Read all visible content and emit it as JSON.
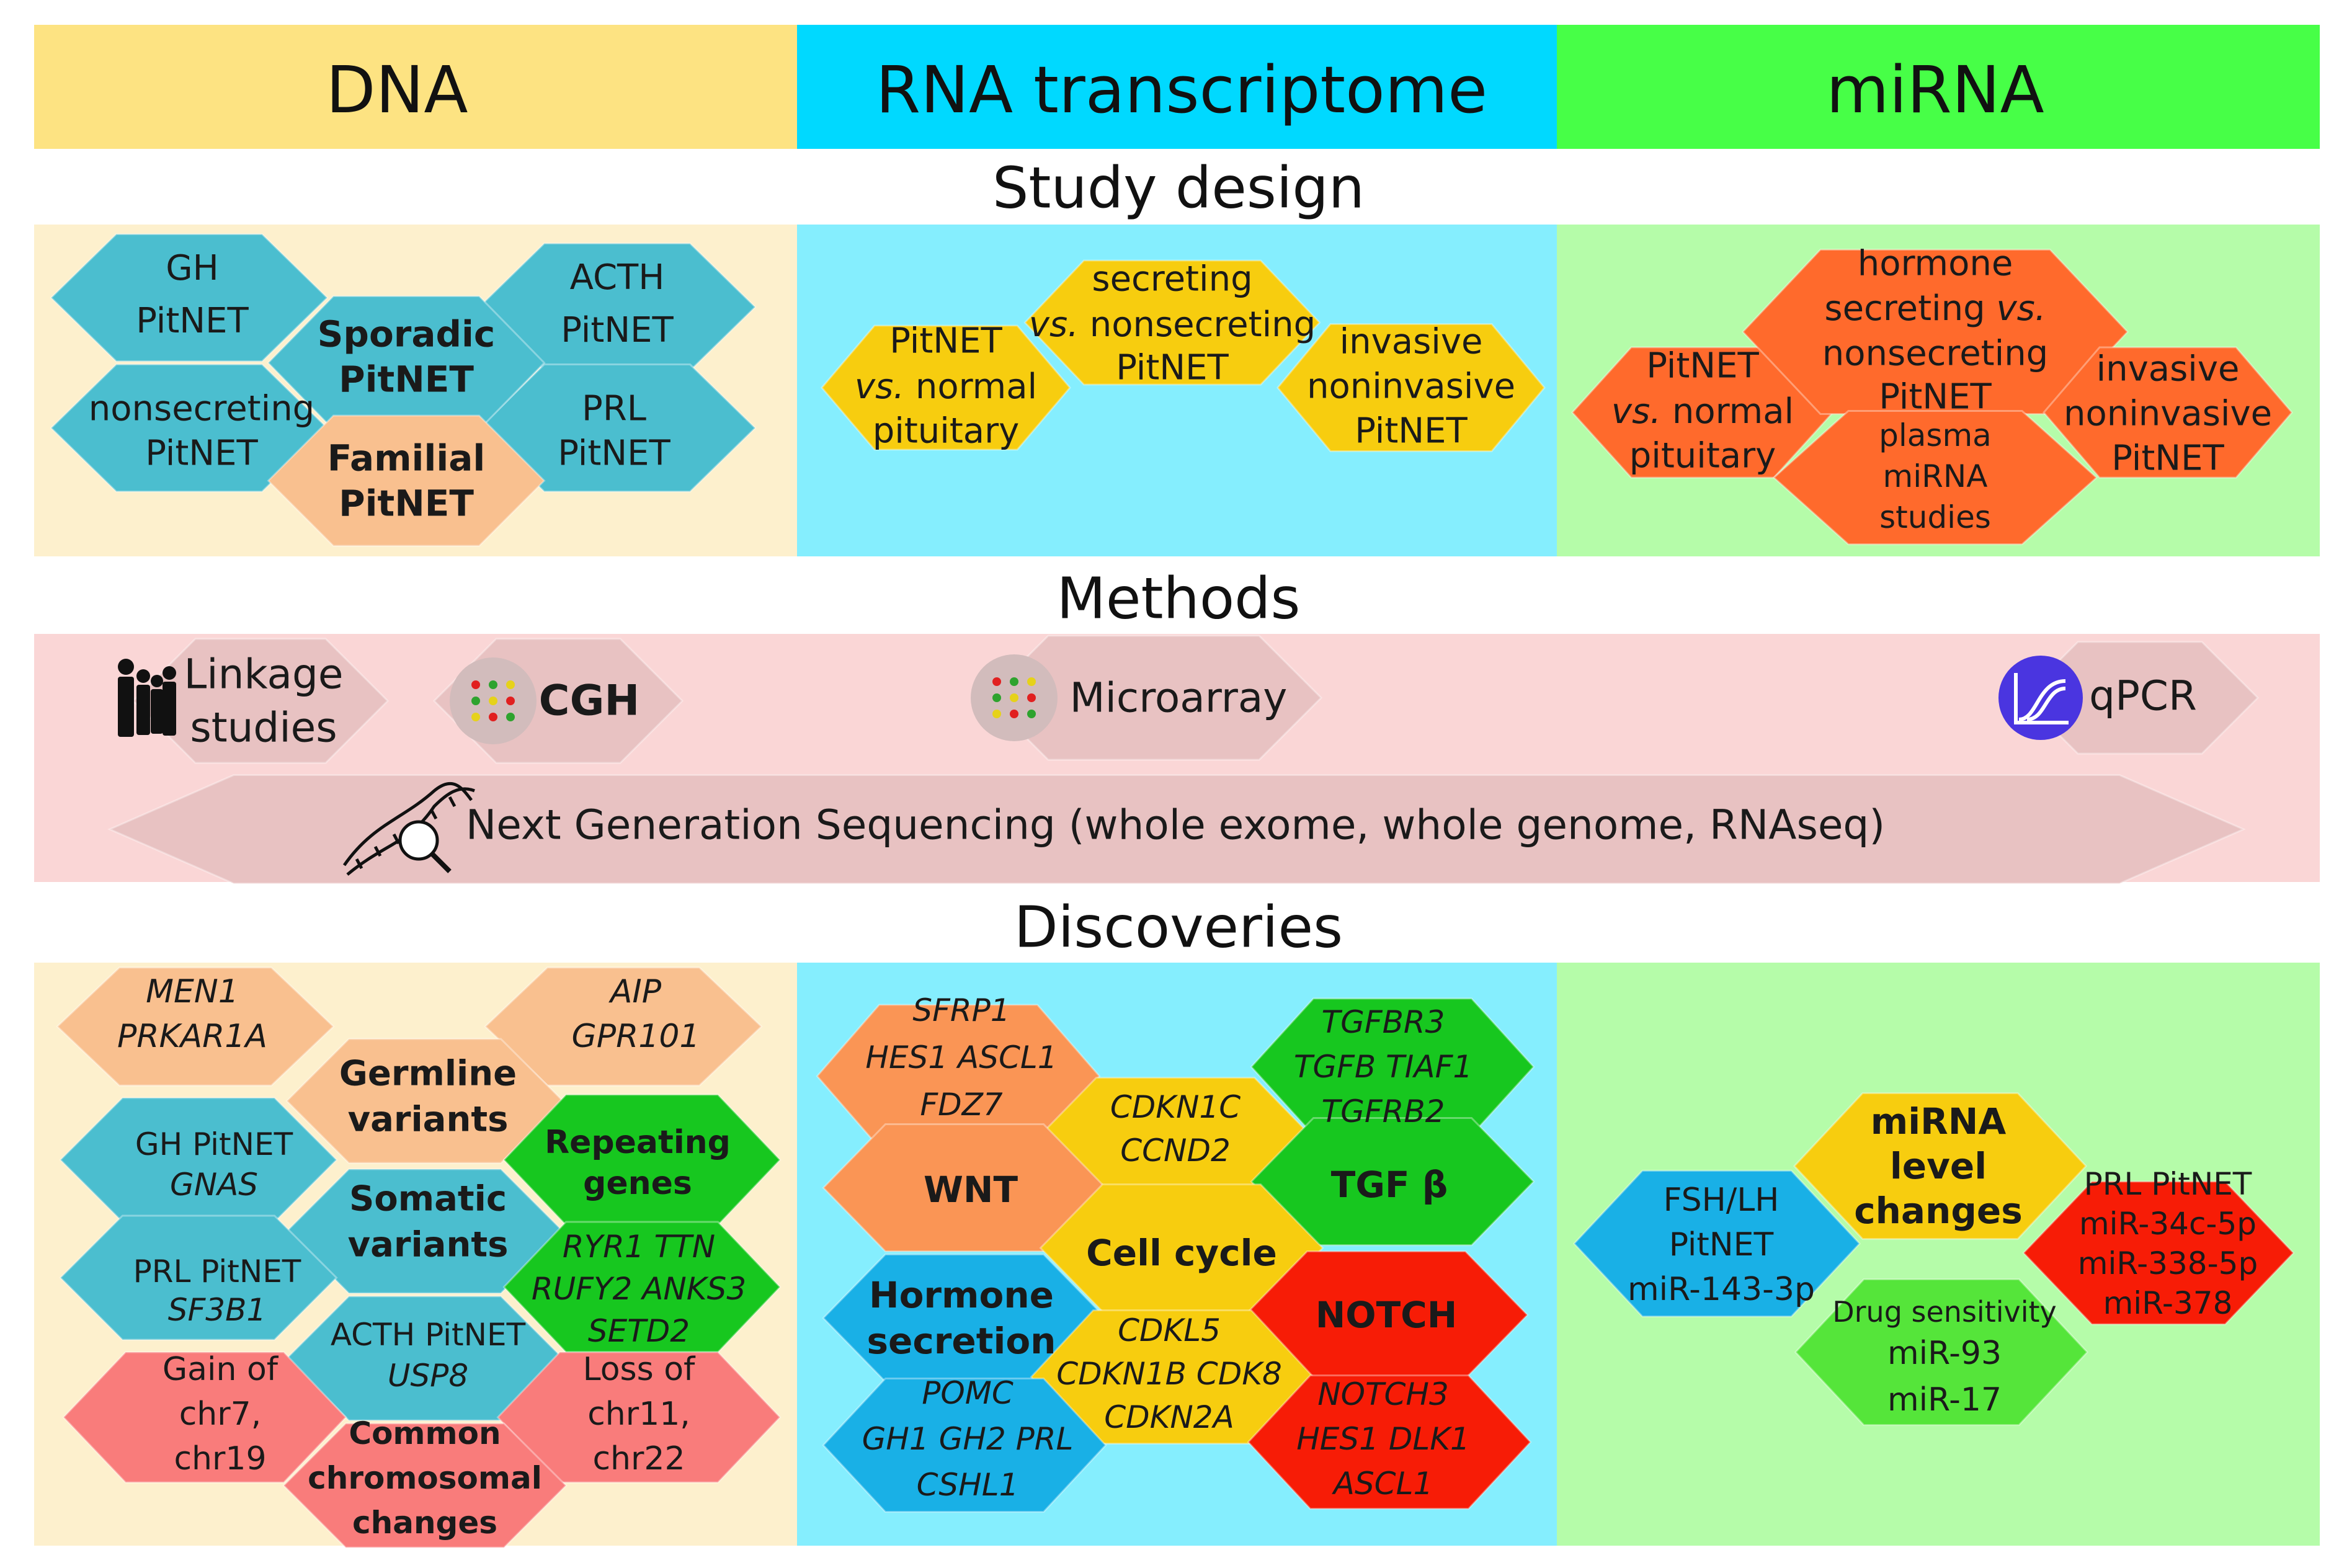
{
  "headers": {
    "dna": "DNA",
    "rna": "RNA transcriptome",
    "mirna": "miRNA"
  },
  "section_titles": {
    "study_design": "Study design",
    "methods": "Methods",
    "discoveries": "Discoveries"
  },
  "colors": {
    "dna_header": "#fde382",
    "rna_header": "#00d9ff",
    "mirna_header": "#47ff47",
    "dna_panel": "#fdf0cd",
    "rna_panel": "#85eefe",
    "mirna_panel": "#b5fca9",
    "methods_panel": "#fad6d6",
    "teal_hex": "#4bbecf",
    "peach_hex": "#f9c08f",
    "yellow_hex": "#f7cd0f",
    "orange_hex": "#ff6a2c",
    "green_hex": "#17c71f",
    "red_hex": "#f71c06",
    "blue_hex": "#19b0e6",
    "salmon_hex": "#f97c7b",
    "methods_hex": "#e8c2c2",
    "light_green_hex": "#55e53a",
    "dark_orange_hex": "#fa9555"
  },
  "study_design": {
    "dna": {
      "gh": [
        "GH",
        "PitNET"
      ],
      "acth": [
        "ACTH",
        "PitNET"
      ],
      "sporadic": [
        "Sporadic",
        "PitNET"
      ],
      "nonsecreting": [
        "nonsecreting",
        "PitNET"
      ],
      "prl": [
        "PRL",
        "PitNET"
      ],
      "familial": [
        "Familial",
        "PitNET"
      ]
    },
    "rna": {
      "normal": [
        "PitNET",
        "vs. normal",
        "pituitary"
      ],
      "secreting": [
        "secreting",
        "vs. nonsecreting",
        "PitNET"
      ],
      "invasive": [
        "invasive",
        "noninvasive",
        "PitNET"
      ]
    },
    "mirna": {
      "normal": [
        "PitNET",
        "vs. normal",
        "pituitary"
      ],
      "hormone": [
        "hormone",
        "secreting vs.",
        "nonsecreting",
        "PitNET"
      ],
      "invasive": [
        "invasive",
        "noninvasive",
        "PitNET"
      ],
      "plasma": [
        "plasma",
        "miRNA",
        "studies"
      ]
    }
  },
  "methods": {
    "linkage": [
      "Linkage",
      "studies"
    ],
    "cgh": "CGH",
    "microarray": "Microarray",
    "qpcr": "qPCR",
    "ngs": "Next Generation Sequencing (whole exome, whole genome, RNAseq)"
  },
  "discoveries": {
    "dna": {
      "men1": [
        "MEN1",
        "PRKAR1A"
      ],
      "aip": [
        "AIP",
        "GPR101"
      ],
      "germline": [
        "Germline",
        "variants"
      ],
      "gh_gnas": [
        "GH PitNET",
        "GNAS"
      ],
      "repeating": [
        "Repeating",
        "genes"
      ],
      "somatic": [
        "Somatic",
        "variants"
      ],
      "prl_sf3b1": [
        "PRL PitNET",
        "SF3B1"
      ],
      "ryr1": [
        "RYR1 TTN",
        "RUFY2 ANKS3",
        "SETD2"
      ],
      "acth_usp8": [
        "ACTH PitNET",
        "USP8"
      ],
      "gain": [
        "Gain of",
        "chr7,",
        "chr19"
      ],
      "loss": [
        "Loss of",
        "chr11,",
        "chr22"
      ],
      "common": [
        "Common",
        "chromosomal",
        "changes"
      ]
    },
    "rna": {
      "sfrp1": [
        "SFRP1",
        "HES1 ASCL1",
        "FDZ7"
      ],
      "tgfbr3": [
        "TGFBR3",
        "TGFB TIAF1",
        "TGFRB2"
      ],
      "cdkn1c": [
        "CDKN1C",
        "CCND2"
      ],
      "wnt": "WNT",
      "tgf": "TGF β",
      "cell_cycle": "Cell cycle",
      "hormone": [
        "Hormone",
        "secretion"
      ],
      "notch": "NOTCH",
      "cdkl5": [
        "CDKL5",
        "CDKN1B CDK8",
        "CDKN2A"
      ],
      "pomc": [
        "POMC",
        "GH1 GH2 PRL",
        "CSHL1"
      ],
      "notch3": [
        "NOTCH3",
        "HES1 DLK1",
        "ASCL1"
      ]
    },
    "mirna": {
      "level": [
        "miRNA",
        "level",
        "changes"
      ],
      "fsh": [
        "FSH/LH",
        "PitNET",
        "miR-143-3p"
      ],
      "prl": [
        "PRL PitNET",
        "miR-34c-5p",
        "miR-338-5p",
        "miR-378"
      ],
      "drug": [
        "Drug sensitivity",
        "miR-93",
        "miR-17"
      ]
    }
  }
}
